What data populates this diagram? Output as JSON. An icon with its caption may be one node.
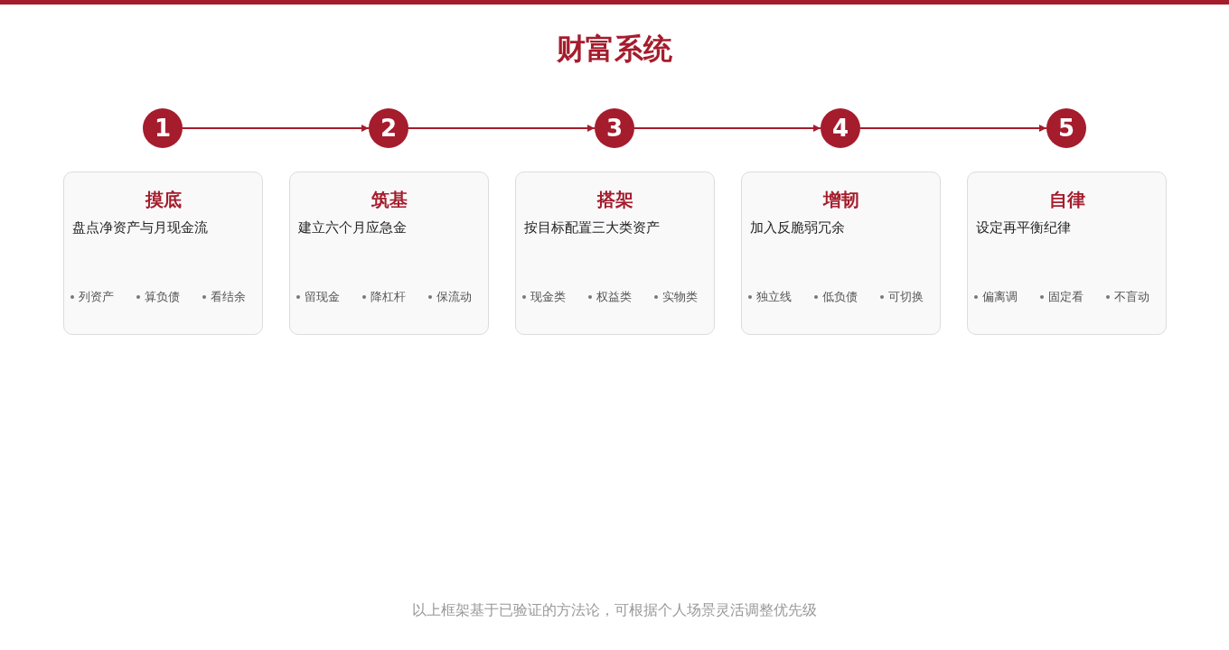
{
  "diagram": {
    "title": "财富系统",
    "nodes": [
      {
        "text": [
          "1"
        ]
      },
      {
        "text": [
          "2"
        ]
      },
      {
        "text": [
          "3"
        ]
      },
      {
        "text": [
          "4"
        ]
      },
      {
        "text": [
          "5"
        ]
      },
      {
        "text": [
          "摸底",
          "盘点净资产与月现金流",
          "列资产",
          "算负债",
          "看结余"
        ]
      },
      {
        "text": [
          "筑基",
          "建立六个月应急金",
          "留现金",
          "降杠杆",
          "保流动"
        ]
      },
      {
        "text": [
          "搭架",
          "按目标配置三大类资产",
          "现金类",
          "权益类",
          "实物类"
        ]
      },
      {
        "text": [
          "增韧",
          "加入反脆弱冗余",
          "独立线",
          "低负债",
          "可切换"
        ]
      },
      {
        "text": [
          "自律",
          "设定再平衡纪律",
          "偏离调",
          "固定看",
          "不盲动"
        ]
      }
    ],
    "edges": [
      {
        "from": 0,
        "to": 1,
        "arrow": "to"
      },
      {
        "from": 1,
        "to": 2,
        "arrow": "to"
      },
      {
        "from": 2,
        "to": 3,
        "arrow": "to"
      },
      {
        "from": 3,
        "to": 4,
        "arrow": "to"
      }
    ],
    "caption": "以上框架基于已验证的方法论，可根据个人场景灵活调整优先级"
  }
}
